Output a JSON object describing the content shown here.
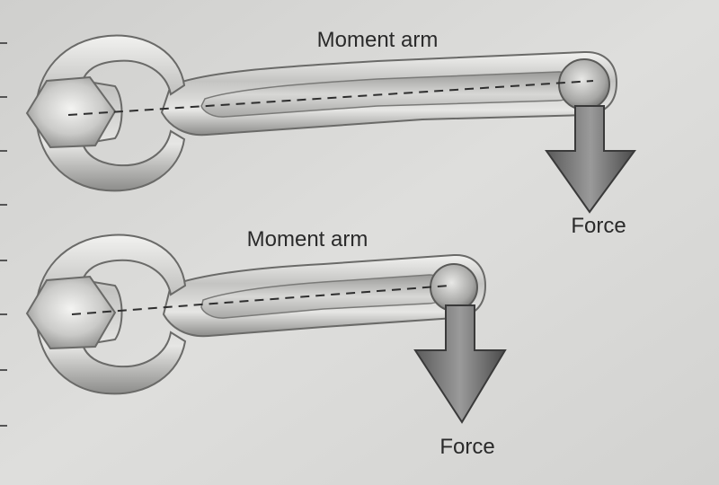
{
  "diagram": {
    "top": {
      "moment_label": "Moment arm",
      "force_label": "Force"
    },
    "bottom": {
      "moment_label": "Moment arm",
      "force_label": "Force"
    }
  },
  "colors": {
    "paper": "#d8d8d6",
    "wrench_light": "#eeeeec",
    "wrench_dark": "#8a8a88",
    "arrow_dark": "#3c3c3c",
    "text": "#2a2a2a"
  }
}
